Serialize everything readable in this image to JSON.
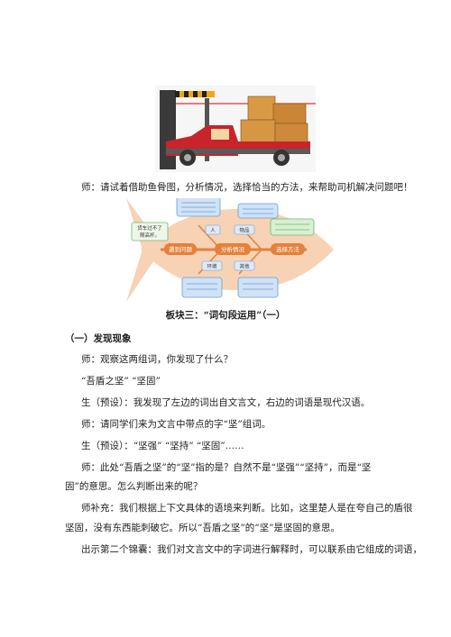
{
  "intro": "师：请试着借助鱼骨图，分析情况，选择恰当的方法，来帮助司机解决问题吧！",
  "fishbone": {
    "problem_note": "货车过不了限高杆。",
    "head_label": "遇到问题",
    "middle_label": "分析情况",
    "tail_label": "选择方法",
    "top_labels": [
      "人",
      "物品"
    ],
    "bottom_labels": [
      "环境",
      "其他"
    ]
  },
  "section_title": "板块三：“词句段运用”（一）",
  "subsection_title": "（一）发现现象",
  "paragraphs": [
    "师：观察这两组词，你发现了什么？",
    "“吾盾之坚”  “坚固”",
    "生（预设）：我发现了左边的词出自文言文，右边的词语是现代汉语。",
    "师：请同学们来为文言中带点的字“坚”组词。",
    "生（预设）：“坚强”  “坚持”  “坚固”……",
    "师：此处“吾盾之坚”的“坚”指的是？自然不是“坚强”“坚持”，而是“坚",
    "固”的意思。怎么判断出来的呢？",
    "师补充：我们根据上下文具体的语境来判断。比如，这里楚人是在夸自己的盾很",
    "坚固，没有东西能刺破它。所以“吾盾之坚”的“坚”是坚固的意思。",
    "出示第二个锦囊：我们对文言文中的字词进行解释时，可以联系由它组成的词语，"
  ]
}
